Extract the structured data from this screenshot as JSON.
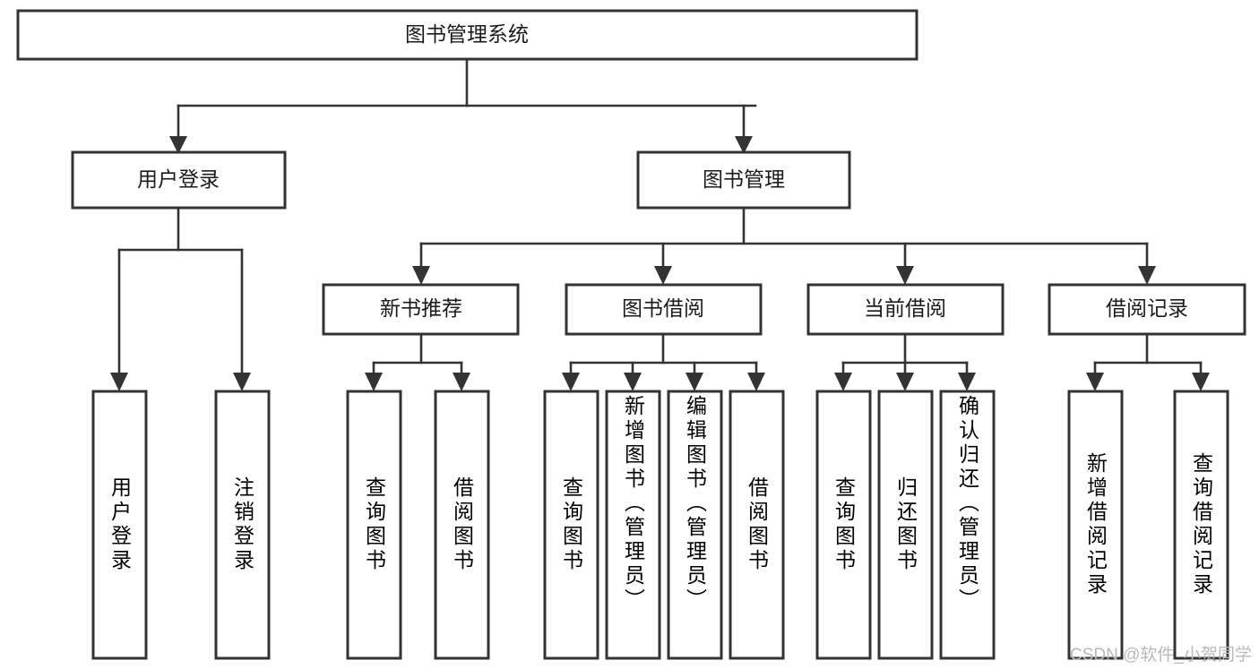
{
  "diagram": {
    "title": "图书管理系统",
    "type": "tree-hierarchy-chart",
    "watermark": "CSDN @软件_小贺同学",
    "root": {
      "id": "root",
      "label": "图书管理系统",
      "orientation": "horizontal"
    },
    "level2": [
      {
        "id": "user-login",
        "label": "用户登录",
        "orientation": "horizontal"
      },
      {
        "id": "book-manage",
        "label": "图书管理",
        "orientation": "horizontal"
      }
    ],
    "level3": [
      {
        "id": "new-book-recommend",
        "label": "新书推荐",
        "orientation": "horizontal",
        "parent": "book-manage"
      },
      {
        "id": "book-borrow",
        "label": "图书借阅",
        "orientation": "horizontal",
        "parent": "book-manage"
      },
      {
        "id": "current-borrow",
        "label": "当前借阅",
        "orientation": "horizontal",
        "parent": "book-manage"
      },
      {
        "id": "borrow-record",
        "label": "借阅记录",
        "orientation": "horizontal",
        "parent": "book-manage"
      }
    ],
    "leaves": [
      {
        "id": "leaf-user-login",
        "label": "用户登录",
        "orientation": "vertical",
        "parent": "user-login"
      },
      {
        "id": "leaf-user-logout",
        "label": "注销登录",
        "orientation": "vertical",
        "parent": "user-login"
      },
      {
        "id": "leaf-query-book-1",
        "label": "查询图书",
        "orientation": "vertical",
        "parent": "new-book-recommend"
      },
      {
        "id": "leaf-borrow-book-1",
        "label": "借阅图书",
        "orientation": "vertical",
        "parent": "new-book-recommend"
      },
      {
        "id": "leaf-query-book-2",
        "label": "查询图书",
        "orientation": "vertical",
        "parent": "book-borrow"
      },
      {
        "id": "leaf-add-book",
        "label": "新增图书（管理员）",
        "orientation": "vertical",
        "parent": "book-borrow"
      },
      {
        "id": "leaf-edit-book",
        "label": "编辑图书（管理员）",
        "orientation": "vertical",
        "parent": "book-borrow"
      },
      {
        "id": "leaf-borrow-book-2",
        "label": "借阅图书",
        "orientation": "vertical",
        "parent": "book-borrow"
      },
      {
        "id": "leaf-query-book-3",
        "label": "查询图书",
        "orientation": "vertical",
        "parent": "current-borrow"
      },
      {
        "id": "leaf-return-book",
        "label": "归还图书",
        "orientation": "vertical",
        "parent": "current-borrow"
      },
      {
        "id": "leaf-confirm-return",
        "label": "确认归还（管理员）",
        "orientation": "vertical",
        "parent": "current-borrow"
      },
      {
        "id": "leaf-add-record",
        "label": "新增借阅记录",
        "orientation": "vertical",
        "parent": "borrow-record"
      },
      {
        "id": "leaf-query-record",
        "label": "查询借阅记录",
        "orientation": "vertical",
        "parent": "borrow-record"
      }
    ],
    "colors": {
      "box_stroke": "#333333",
      "box_fill": "#ffffff",
      "connector": "#333333",
      "text": "#1b1b1b",
      "watermark": "#b9b9b9",
      "background": "#ffffff"
    }
  }
}
